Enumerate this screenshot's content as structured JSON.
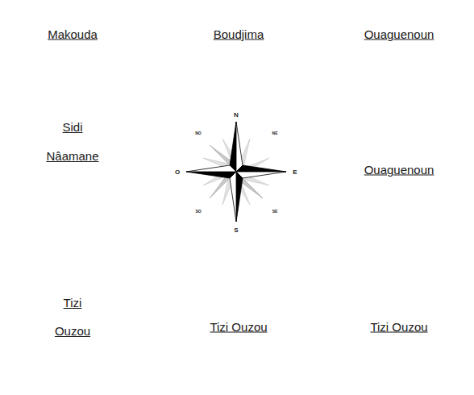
{
  "diagram": {
    "labels": [
      "Makouda",
      "Boudjima",
      "Ouaguenoun",
      "Sidi Nâamane",
      "Ouaguenoun",
      "Tizi Ouzou",
      "Tizi Ouzou",
      "Tizi Ouzou",
      "N",
      "NO",
      "NE",
      "O",
      "E",
      "SO",
      "SE",
      "S"
    ]
  }
}
